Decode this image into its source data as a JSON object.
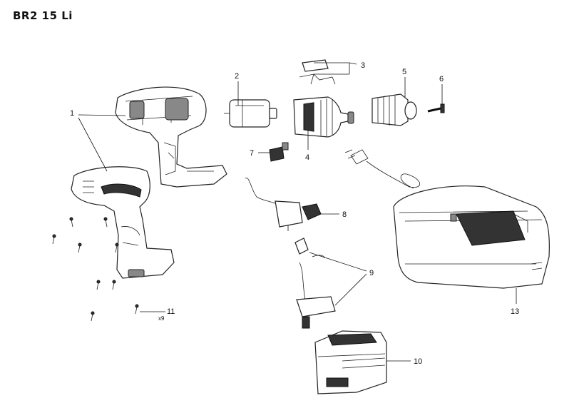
{
  "title": "BR2 15 Li",
  "parts": {
    "p1": "1",
    "p2": "2",
    "p3": "3",
    "p4": "4",
    "p5": "5",
    "p6": "6",
    "p7": "7",
    "p8": "8",
    "p9": "9",
    "p10": "10",
    "p11": "11",
    "p11_qty": "x9",
    "p13": "13"
  }
}
